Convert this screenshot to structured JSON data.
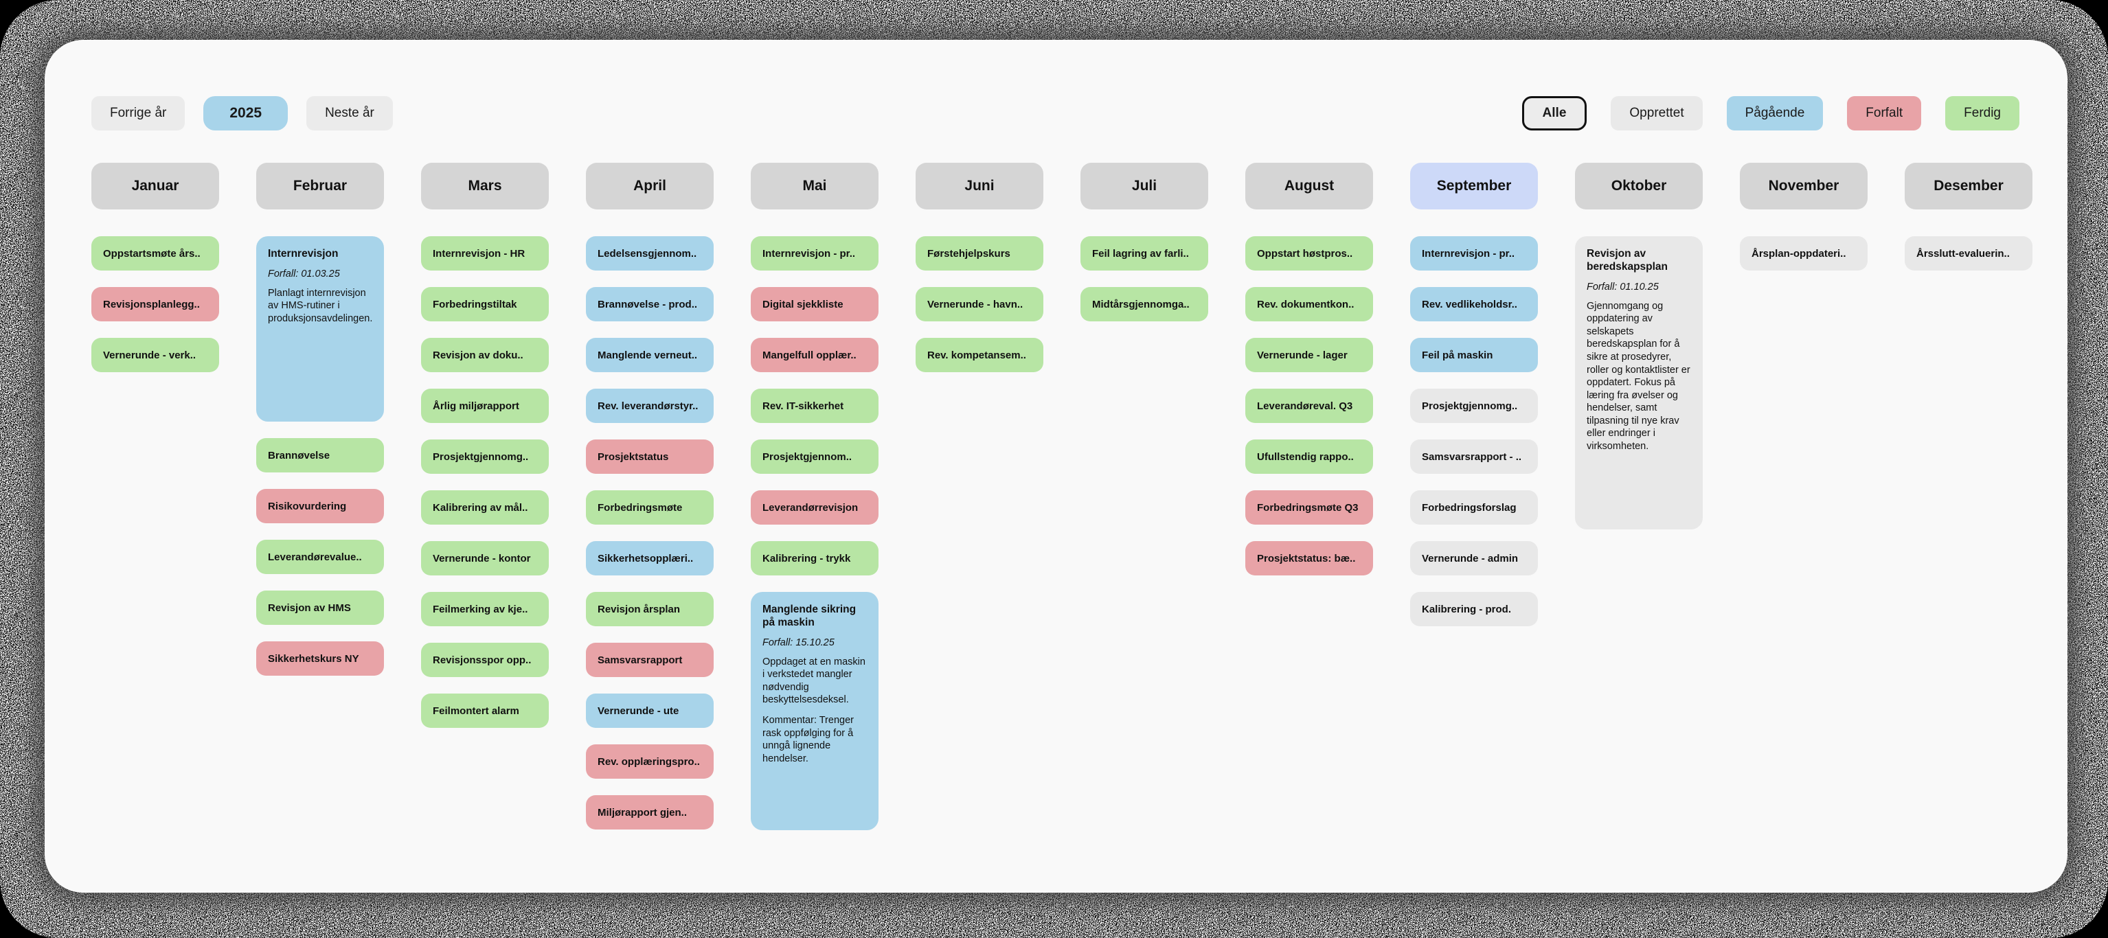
{
  "colors": {
    "panel-bg": "#f9f9f9",
    "done": "#b7e5a4",
    "overdue": "#e8a3a7",
    "inprogress": "#a8d4ea",
    "created": "#e8e8e8",
    "month-gray": "#d5d5d5",
    "month-highlight": "#cdd9f8",
    "text": "#111111"
  },
  "year_nav": {
    "prev": "Forrige år",
    "year": "2025",
    "next": "Neste år"
  },
  "filters": [
    {
      "id": "all",
      "label": "Alle",
      "active": true
    },
    {
      "id": "created",
      "label": "Opprettet",
      "active": false
    },
    {
      "id": "inprogress",
      "label": "Pågående",
      "active": false
    },
    {
      "id": "overdue",
      "label": "Forfalt",
      "active": false
    },
    {
      "id": "done",
      "label": "Ferdig",
      "active": false
    }
  ],
  "months": [
    {
      "name": "Januar",
      "highlight": false,
      "cards": [
        {
          "label": "Oppstartsmøte års..",
          "status": "done"
        },
        {
          "label": "Revisjonsplanlegg..",
          "status": "overdue"
        },
        {
          "label": "Vernerunde - verk..",
          "status": "done"
        }
      ]
    },
    {
      "name": "Februar",
      "highlight": false,
      "cards": [
        {
          "label": "Internrevisjon",
          "status": "inprogress",
          "expanded": true,
          "minh": 270,
          "due": "Forfall: 01.03.25",
          "body": [
            "Planlagt internrevisjon av HMS-rutiner i produksjonsavdelingen."
          ]
        },
        {
          "label": "Brannøvelse",
          "status": "done"
        },
        {
          "label": "Risikovurdering",
          "status": "overdue"
        },
        {
          "label": "Leverandørevalue..",
          "status": "done"
        },
        {
          "label": "Revisjon av HMS",
          "status": "done"
        },
        {
          "label": "Sikkerhetskurs NY",
          "status": "overdue"
        }
      ]
    },
    {
      "name": "Mars",
      "highlight": false,
      "cards": [
        {
          "label": "Internrevisjon - HR",
          "status": "done"
        },
        {
          "label": "Forbedringstiltak",
          "status": "done"
        },
        {
          "label": "Revisjon av doku..",
          "status": "done"
        },
        {
          "label": "Årlig miljørapport",
          "status": "done"
        },
        {
          "label": "Prosjektgjennomg..",
          "status": "done"
        },
        {
          "label": "Kalibrering av mål..",
          "status": "done"
        },
        {
          "label": "Vernerunde - kontor",
          "status": "done"
        },
        {
          "label": "Feilmerking av kje..",
          "status": "done"
        },
        {
          "label": "Revisjonsspor opp..",
          "status": "done"
        },
        {
          "label": "Feilmontert alarm",
          "status": "done"
        }
      ]
    },
    {
      "name": "April",
      "highlight": false,
      "cards": [
        {
          "label": "Ledelsensgjennom..",
          "status": "inprogress"
        },
        {
          "label": "Brannøvelse - prod..",
          "status": "inprogress"
        },
        {
          "label": "Manglende verneut..",
          "status": "inprogress"
        },
        {
          "label": "Rev. leverandørstyr..",
          "status": "inprogress"
        },
        {
          "label": "Prosjektstatus",
          "status": "overdue"
        },
        {
          "label": "Forbedringsmøte",
          "status": "done"
        },
        {
          "label": "Sikkerhetsopplæri..",
          "status": "inprogress"
        },
        {
          "label": "Revisjon årsplan",
          "status": "done"
        },
        {
          "label": "Samsvarsrapport",
          "status": "overdue"
        },
        {
          "label": "Vernerunde - ute",
          "status": "inprogress"
        },
        {
          "label": "Rev. opplæringspro..",
          "status": "overdue"
        },
        {
          "label": "Miljørapport gjen..",
          "status": "overdue"
        }
      ]
    },
    {
      "name": "Mai",
      "highlight": false,
      "cards": [
        {
          "label": "Internrevisjon - pr..",
          "status": "done"
        },
        {
          "label": "Digital sjekkliste",
          "status": "overdue"
        },
        {
          "label": "Mangelfull opplær..",
          "status": "overdue"
        },
        {
          "label": "Rev. IT-sikkerhet",
          "status": "done"
        },
        {
          "label": "Prosjektgjennom..",
          "status": "done"
        },
        {
          "label": "Leverandørrevisjon",
          "status": "overdue"
        },
        {
          "label": "Kalibrering - trykk",
          "status": "done"
        },
        {
          "label": "Manglende sikring på maskin",
          "status": "inprogress",
          "expanded": true,
          "minh": 347,
          "due": "Forfall: 15.10.25",
          "body": [
            "Oppdaget at en maskin i verkstedet mangler nødvendig beskyttelsesdeksel.",
            "Kommentar: Trenger rask oppfølging for å unngå lignende hendelser."
          ]
        }
      ]
    },
    {
      "name": "Juni",
      "highlight": false,
      "cards": [
        {
          "label": "Førstehjelpskurs",
          "status": "done"
        },
        {
          "label": "Vernerunde - havn..",
          "status": "done"
        },
        {
          "label": "Rev. kompetansem..",
          "status": "done"
        }
      ]
    },
    {
      "name": "Juli",
      "highlight": false,
      "cards": [
        {
          "label": "Feil lagring av farli..",
          "status": "done"
        },
        {
          "label": "Midtårsgjennomga..",
          "status": "done"
        }
      ]
    },
    {
      "name": "August",
      "highlight": false,
      "cards": [
        {
          "label": "Oppstart høstpros..",
          "status": "done"
        },
        {
          "label": "Rev. dokumentkon..",
          "status": "done"
        },
        {
          "label": "Vernerunde - lager",
          "status": "done"
        },
        {
          "label": "Leverandøreval. Q3",
          "status": "done"
        },
        {
          "label": "Ufullstendig rappo..",
          "status": "done"
        },
        {
          "label": "Forbedringsmøte Q3",
          "status": "overdue"
        },
        {
          "label": "Prosjektstatus: bæ..",
          "status": "overdue"
        }
      ]
    },
    {
      "name": "September",
      "highlight": true,
      "cards": [
        {
          "label": "Internrevisjon - pr..",
          "status": "inprogress"
        },
        {
          "label": "Rev. vedlikeholdsr..",
          "status": "inprogress"
        },
        {
          "label": "Feil på maskin",
          "status": "inprogress"
        },
        {
          "label": "Prosjektgjennomg..",
          "status": "created"
        },
        {
          "label": "Samsvarsrapport - ..",
          "status": "created"
        },
        {
          "label": "Forbedringsforslag",
          "status": "created"
        },
        {
          "label": "Vernerunde - admin",
          "status": "created"
        },
        {
          "label": "Kalibrering - prod.",
          "status": "created"
        }
      ]
    },
    {
      "name": "Oktober",
      "highlight": false,
      "cards": [
        {
          "label": "Revisjon av beredskapsplan",
          "status": "created",
          "expanded": true,
          "minh": 427,
          "due": "Forfall: 01.10.25",
          "body": [
            "Gjennomgang og oppdatering av selskapets beredskapsplan for å sikre at prosedyrer, roller og kontaktlister er oppdatert. Fokus på læring fra øvelser og hendelser, samt tilpasning til nye krav eller endringer i virksomheten."
          ]
        }
      ]
    },
    {
      "name": "November",
      "highlight": false,
      "cards": [
        {
          "label": "Årsplan-oppdateri..",
          "status": "created"
        }
      ]
    },
    {
      "name": "Desember",
      "highlight": false,
      "cards": [
        {
          "label": "Årsslutt-evaluerin..",
          "status": "created"
        }
      ]
    }
  ]
}
